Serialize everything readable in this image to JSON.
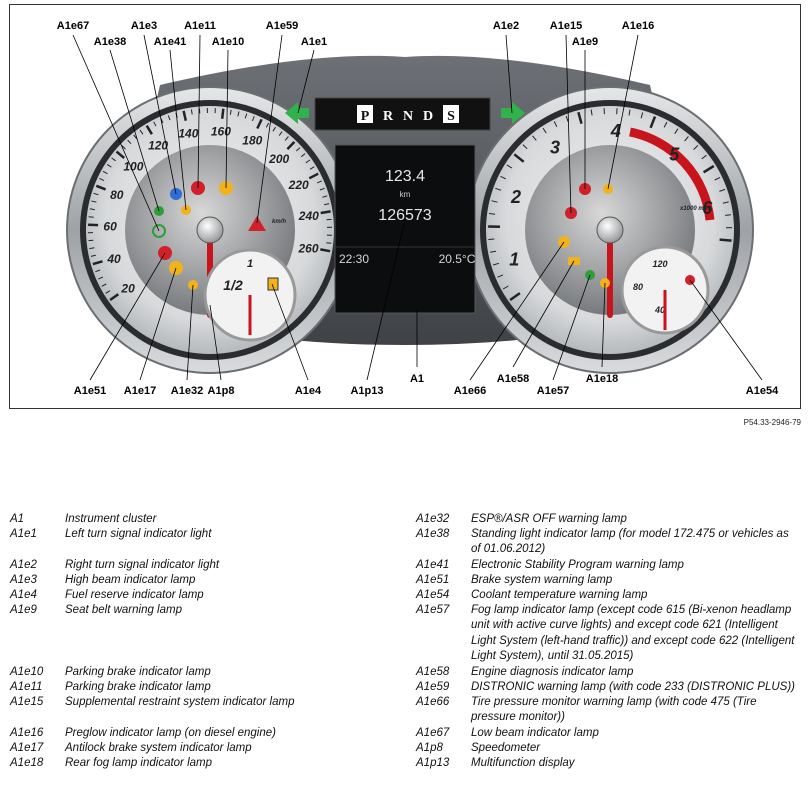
{
  "figure_reference": "P54.33-2946-79",
  "cluster": {
    "gear_selector": [
      "P",
      "R",
      "N",
      "D",
      "S"
    ],
    "display": {
      "trip": "123.4",
      "trip_unit": "km",
      "odometer": "126573",
      "time": "22:30",
      "outside_temp": "20.5°C"
    },
    "speedometer_scale": [
      "20",
      "40",
      "60",
      "80",
      "100",
      "120",
      "140",
      "160",
      "180",
      "200",
      "220",
      "240",
      "260"
    ],
    "speed_unit": "km/h",
    "tachometer_scale": [
      "1",
      "2",
      "3",
      "4",
      "5",
      "6"
    ],
    "tachometer_unit": "x1000 min",
    "fuel_scale": [
      "1",
      "1/2"
    ],
    "coolant_scale": [
      "40",
      "80",
      "120"
    ],
    "colors": {
      "bezel": "#9aa0a6",
      "dial_face": "#d4d6d8",
      "display_bg": "#0b0d0f",
      "turn_signal": "#2fb34a",
      "warning_red": "#d0202a",
      "warning_amber": "#f2b21c",
      "indicator_green": "#2e9e3a",
      "indicator_blue": "#2d6fd6",
      "needle": "#c8141c"
    }
  },
  "callouts": {
    "top": [
      "A1e67",
      "A1e38",
      "A1e3",
      "A1e41",
      "A1e11",
      "A1e10",
      "A1e59",
      "A1e1",
      "A1e2",
      "A1e15",
      "A1e9",
      "A1e16"
    ],
    "bottom": [
      "A1e51",
      "A1e17",
      "A1e32",
      "A1p8",
      "A1e4",
      "A1p13",
      "A1",
      "A1e66",
      "A1e58",
      "A1e57",
      "A1e18",
      "A1e54"
    ]
  },
  "legend_left": [
    {
      "code": "A1",
      "desc": "Instrument cluster"
    },
    {
      "code": "A1e1",
      "desc": "Left turn signal indicator light"
    },
    {
      "code": "A1e2",
      "desc": "Right turn signal indicator light"
    },
    {
      "code": "A1e3",
      "desc": "High beam indicator lamp"
    },
    {
      "code": "A1e4",
      "desc": "Fuel reserve indicator lamp"
    },
    {
      "code": "A1e9",
      "desc": "Seat belt warning lamp"
    },
    {
      "code": "A1e10",
      "desc": "Parking brake indicator lamp"
    },
    {
      "code": "A1e11",
      "desc": "Parking brake indicator lamp"
    },
    {
      "code": "A1e15",
      "desc": "Supplemental restraint system indicator lamp"
    },
    {
      "code": "A1e16",
      "desc": "Preglow indicator lamp (on diesel engine)"
    },
    {
      "code": "A1e17",
      "desc": "Antilock brake system indicator lamp"
    },
    {
      "code": "A1e18",
      "desc": "Rear fog lamp indicator lamp"
    }
  ],
  "legend_right": [
    {
      "code": "A1e32",
      "desc": "ESP®/ASR OFF warning lamp"
    },
    {
      "code": "A1e38",
      "desc": "Standing light indicator lamp (for model 172.475 or vehicles as of 01.06.2012)"
    },
    {
      "code": "A1e41",
      "desc": "Electronic Stability Program warning lamp"
    },
    {
      "code": "A1e51",
      "desc": "Brake system warning lamp"
    },
    {
      "code": "A1e54",
      "desc": "Coolant temperature warning lamp"
    },
    {
      "code": "A1e57",
      "desc": "Fog lamp indicator lamp (except code 615 (Bi-xenon headlamp unit with active curve lights) and except code 621 (Intelligent Light System (left-hand traffic)) and except code 622 (Intelligent Light System), until 31.05.2015)"
    },
    {
      "code": "A1e58",
      "desc": "Engine diagnosis indicator lamp"
    },
    {
      "code": "A1e59",
      "desc": "DISTRONIC warning lamp (with code 233 (DISTRONIC PLUS))"
    },
    {
      "code": "A1e66",
      "desc": "Tire pressure monitor warning lamp (with code 475 (Tire pressure monitor))"
    },
    {
      "code": "A1e67",
      "desc": "Low beam indicator lamp"
    },
    {
      "code": "A1p8",
      "desc": "Speedometer"
    },
    {
      "code": "A1p13",
      "desc": "Multifunction display"
    }
  ]
}
